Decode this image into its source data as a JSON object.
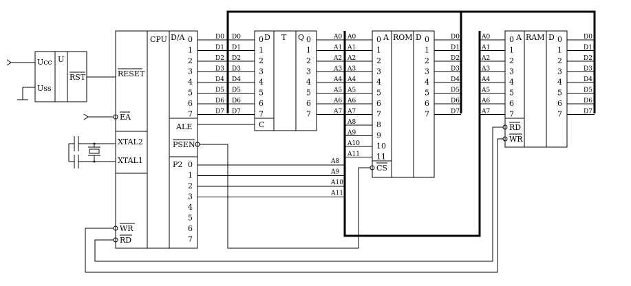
{
  "power": {
    "title": "U",
    "pins": [
      "Ucc",
      "Uss"
    ],
    "output": "RST"
  },
  "cpu": {
    "title": "CPU",
    "left_pins": [
      "RESET",
      "EA",
      "XTAL2",
      "XTAL1",
      "WR",
      "RD"
    ],
    "da_label": "D/A",
    "da_pins": [
      "0",
      "1",
      "2",
      "3",
      "4",
      "5",
      "6",
      "7"
    ],
    "ale_label": "ALE",
    "psen_label": "PSEN",
    "p2_label": "P2",
    "p2_pins": [
      "0",
      "1",
      "2",
      "3",
      "4",
      "5",
      "6",
      "7"
    ]
  },
  "cpu_data_lines": [
    "D0",
    "D1",
    "D2",
    "D3",
    "D4",
    "D5",
    "D6",
    "D7"
  ],
  "latch": {
    "d_label": "D",
    "t_label": "T",
    "q_label": "Q",
    "c_label": "C",
    "in_labels": [
      "D0",
      "D1",
      "D2",
      "D3",
      "D4",
      "D5",
      "D6",
      "D7"
    ],
    "out_labels": [
      "A0",
      "A1",
      "A2",
      "A3",
      "A4",
      "A5",
      "A6",
      "A7"
    ]
  },
  "rom": {
    "a_label": "A",
    "title": "ROM",
    "d_label": "D",
    "cs_label": "CS",
    "addr_labels": [
      "A0",
      "A1",
      "A2",
      "A3",
      "A4",
      "A5",
      "A6",
      "A7",
      "A8",
      "A9",
      "A10",
      "A11"
    ],
    "addr_pins": [
      "0",
      "1",
      "2",
      "3",
      "4",
      "5",
      "6",
      "7",
      "8",
      "9",
      "10",
      "11"
    ],
    "data_pins": [
      "0",
      "1",
      "2",
      "3",
      "4",
      "5",
      "6",
      "7"
    ],
    "data_labels": [
      "D0",
      "D1",
      "D2",
      "D3",
      "D4",
      "D5",
      "D6",
      "D7"
    ]
  },
  "ram": {
    "a_label": "A",
    "title": "RAM",
    "d_label": "D",
    "rd_label": "RD",
    "wr_label": "WR",
    "addr_labels": [
      "A0",
      "A1",
      "A2",
      "A3",
      "A4",
      "A5",
      "A6",
      "A7"
    ],
    "addr_pins": [
      "0",
      "1",
      "2",
      "3",
      "4",
      "5",
      "6",
      "7"
    ],
    "data_pins": [
      "0",
      "1",
      "2",
      "3",
      "4",
      "5",
      "6",
      "7"
    ],
    "data_labels": [
      "D0",
      "D1",
      "D2",
      "D3",
      "D4",
      "D5",
      "D6",
      "D7"
    ]
  },
  "high_addr_labels": [
    "A8",
    "A9",
    "A10",
    "A11"
  ]
}
